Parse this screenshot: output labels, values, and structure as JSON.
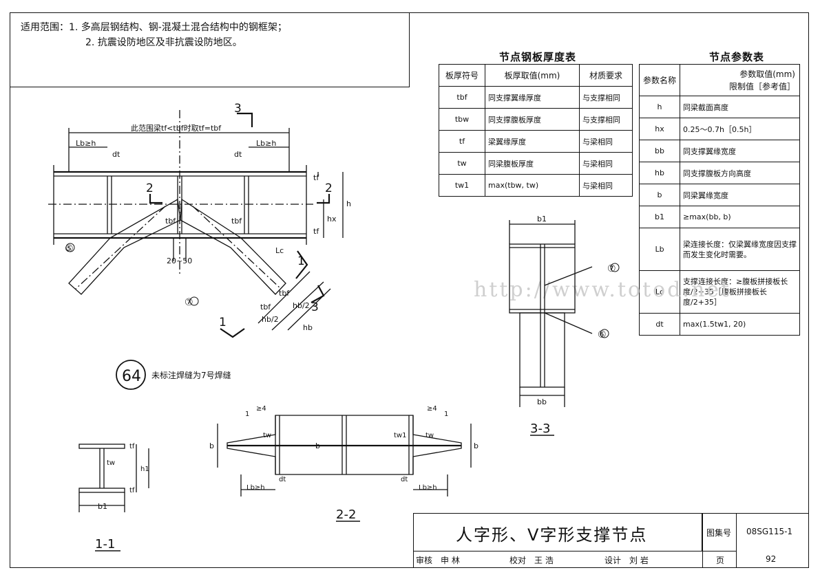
{
  "scope": {
    "line1": "适用范围：1. 多高层钢结构、钢-混凝土混合结构中的钢框架；",
    "line2": "2. 抗震设防地区及非抗震设防地区。"
  },
  "thickness_table": {
    "title": "节点钢板厚度表",
    "headers": [
      "板厚符号",
      "板厚取值(mm)",
      "材质要求"
    ],
    "rows": [
      [
        "tbf",
        "同支撑翼缘厚度",
        "与支撑相同"
      ],
      [
        "tbw",
        "同支撑腹板厚度",
        "与支撑相同"
      ],
      [
        "tf",
        "梁翼缘厚度",
        "与梁相同"
      ],
      [
        "tw",
        "同梁腹板厚度",
        "与梁相同"
      ],
      [
        "tw1",
        "max(tbw, tw)",
        "与梁相同"
      ]
    ]
  },
  "param_table": {
    "title": "节点参数表",
    "header_name": "参数名称",
    "header_value_1": "参数取值(mm)",
    "header_value_2": "限制值［参考值］",
    "rows": [
      [
        "h",
        "同梁截面高度"
      ],
      [
        "hx",
        "0.25～0.7h［0.5h］"
      ],
      [
        "bb",
        "同支撑翼缘宽度"
      ],
      [
        "hb",
        "同支撑腹板方向高度"
      ],
      [
        "b",
        "同梁翼缘宽度"
      ],
      [
        "b1",
        "≥max(bb, b)"
      ],
      [
        "Lb",
        "梁连接长度：仅梁翼缘宽度因支撑而发生变化时需要。"
      ],
      [
        "Lc",
        "支撑连接长度：≥腹板拼接板长度/2+35［腹板拼接板长度/2+35］"
      ],
      [
        "dt",
        "max(1.5tw1, 20)"
      ]
    ]
  },
  "main_drawing": {
    "range_note": "此范围梁tf<tbf时取tf=tbf",
    "lb_left": "Lb≥h",
    "lb_right": "Lb≥h",
    "dt_left": "dt",
    "dt_right": "dt",
    "tbf_left": "tbf",
    "tbf_right": "tbf",
    "tf_top": "tf",
    "tf_bottom": "tf",
    "h": "h",
    "hx": "hx",
    "gap": "20~50",
    "lc": "Lc",
    "hb2a": "hb/2",
    "hb2b": "hb/2",
    "tbf_a": "tbf",
    "tbf_b": "tbf",
    "hb": "hb",
    "sec2": "2",
    "sec3": "3",
    "sec1": "1",
    "weld5": "⑤",
    "weld7": "⑦"
  },
  "note": {
    "badge": "64",
    "text": "未标注焊缝为7号焊缝"
  },
  "section33": {
    "b1": "b1",
    "bb": "bb",
    "weld7": "⑦",
    "weld6": "⑥",
    "label": "3-3"
  },
  "section11": {
    "tf_top": "tf",
    "tf_bottom": "tf",
    "tw": "tw",
    "h1": "h1",
    "b1": "b1",
    "label": "1-1"
  },
  "section22": {
    "slope_left": "≥4",
    "slope_right": "≥4",
    "one_left": "1",
    "one_right": "1",
    "b_left": "b",
    "b_right": "b",
    "b_mid": "b",
    "tw_left": "tw",
    "tw_right": "tw",
    "tw1": "tw1",
    "dt_left": "dt",
    "dt_right": "dt",
    "lb_left": "Lb≥h",
    "lb_right": "Lb≥h",
    "label": "2-2"
  },
  "watermark": "http://www.totod.net",
  "title_block": {
    "title": "人字形、V字形支撑节点",
    "atlas_label": "图集号",
    "atlas_no": "08SG115-1",
    "review_label": "审核",
    "reviewer": "申 林",
    "check_label": "校对",
    "checker": "王 浩",
    "design_label": "设计",
    "designer": "刘 岩",
    "page_label": "页",
    "page_no": "92"
  }
}
